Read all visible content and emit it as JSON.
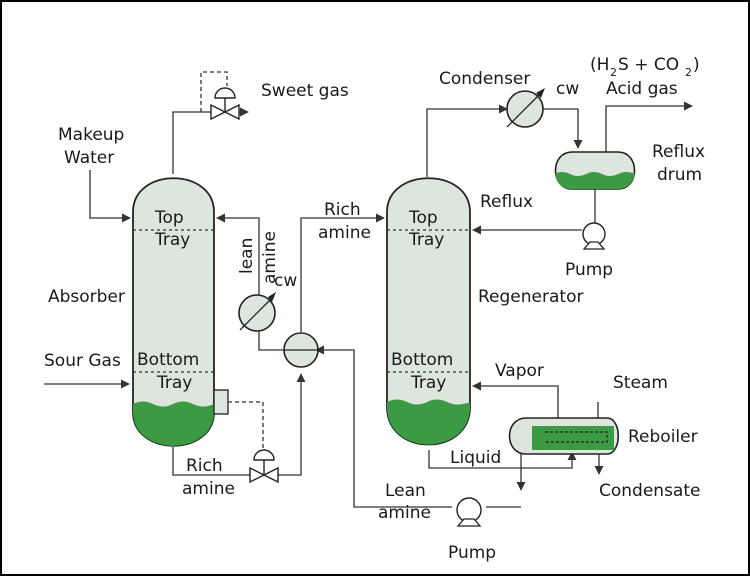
{
  "labels": {
    "makeup_water_1": "Makeup",
    "makeup_water_2": "Water",
    "sweet_gas": "Sweet gas",
    "absorber": "Absorber",
    "sour_gas": "Sour Gas",
    "abs_top_1": "Top",
    "abs_top_2": "Tray",
    "abs_bottom_1": "Bottom",
    "abs_bottom_2": "Tray",
    "lean_amine_vert_1": "lean",
    "lean_amine_vert_2": "amine",
    "cw_left": "cw",
    "rich_amine_top_1": "Rich",
    "rich_amine_top_2": "amine",
    "rich_amine_bottom_1": "Rich",
    "rich_amine_bottom_2": "amine",
    "reg_top_1": "Top",
    "reg_top_2": "Tray",
    "reg_bottom_1": "Bottom",
    "reg_bottom_2": "Tray",
    "regenerator": "Regenerator",
    "condenser": "Condenser",
    "cw_right": "cw",
    "acid_gas_formula_h": "(H",
    "acid_gas_formula_2a": "2",
    "acid_gas_formula_s": "S  + CO",
    "acid_gas_formula_2b": "2",
    "acid_gas_formula_close": " )",
    "acid_gas": "Acid gas",
    "reflux": "Reflux",
    "reflux_drum_1": "Reflux",
    "reflux_drum_2": "drum",
    "pump_reflux": "Pump",
    "vapor": "Vapor",
    "steam": "Steam",
    "reboiler": "Reboiler",
    "liquid": "Liquid",
    "condensate": "Condensate",
    "lean_amine_1": "Lean",
    "lean_amine_2": "amine",
    "pump_lean": "Pump"
  }
}
